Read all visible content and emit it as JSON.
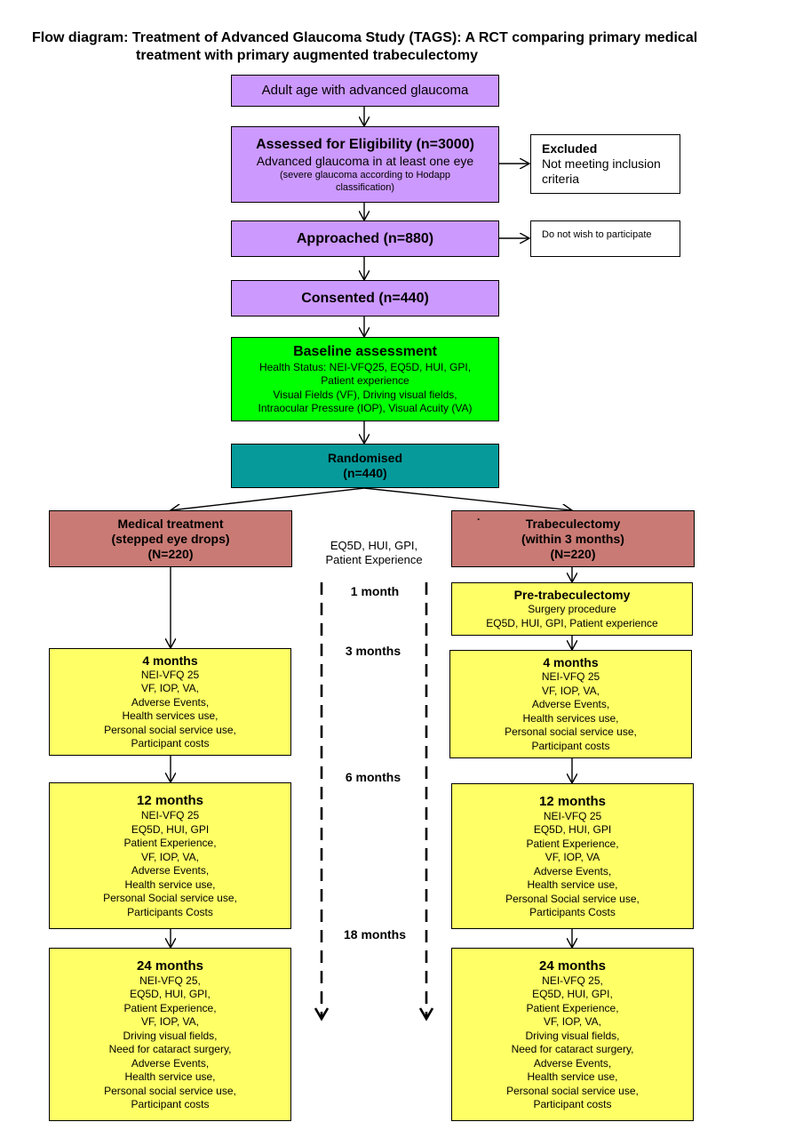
{
  "title": {
    "line1": "Flow diagram: Treatment of Advanced Glaucoma Study (TAGS): A RCT comparing primary medical",
    "line2": "treatment with primary augmented trabeculectomy"
  },
  "adult": "Adult age with advanced glaucoma",
  "eligibility": {
    "heading": "Assessed for Eligibility (n=3000)",
    "line1": "Advanced glaucoma in at least one eye",
    "line2": "(severe glaucoma according to Hodapp",
    "line3": "classification)"
  },
  "excluded": {
    "heading": "Excluded",
    "line1": "Not meeting inclusion",
    "line2": "criteria"
  },
  "approached": "Approached (n=880)",
  "declined": "Do not wish to participate",
  "consented": "Consented (n=440)",
  "baseline": {
    "heading": "Baseline assessment",
    "lines": [
      "Health Status: NEI-VFQ25, EQ5D, HUI, GPI,",
      "Patient experience",
      "Visual Fields (VF), Driving visual fields,",
      "Intraocular Pressure (IOP), Visual Acuity (VA)"
    ]
  },
  "randomised": {
    "line1": "Randomised",
    "line2": "(n=440)"
  },
  "medical": {
    "line1": "Medical treatment",
    "line2": "(stepped eye drops)",
    "line3": "(N=220)"
  },
  "trab": {
    "dot": ".",
    "line1": "Trabeculectomy",
    "line2": "(within 3 months)",
    "line3": "(N=220)"
  },
  "middle": {
    "line1": "EQ5D, HUI, GPI,",
    "line2": "Patient  Experience"
  },
  "timeline": {
    "m1": "1 month",
    "m3": "3 months",
    "m6": "6 months",
    "m18": "18 months"
  },
  "pretrab": {
    "heading": "Pre-trabeculectomy",
    "line1": "Surgery procedure",
    "line2": "EQ5D, HUI, GPI, Patient experience"
  },
  "left4": {
    "heading": "4 months",
    "lines": [
      "NEI-VFQ 25",
      "VF, IOP, VA,",
      "Adverse Events,",
      "Health services use,",
      "Personal social service use,",
      "Participant costs"
    ]
  },
  "right4": {
    "heading": "4 months",
    "lines": [
      "NEI-VFQ 25",
      "VF, IOP, VA,",
      "Adverse Events,",
      "Health services use,",
      "Personal social service use,",
      "Participant costs"
    ]
  },
  "left12": {
    "heading": "12 months",
    "lines": [
      "NEI-VFQ 25",
      "EQ5D, HUI, GPI",
      "Patient Experience,",
      "VF, IOP, VA,",
      "Adverse Events,",
      "Health service use,",
      "Personal Social service use,",
      "Participants Costs"
    ]
  },
  "right12": {
    "heading": "12 months",
    "lines": [
      "NEI-VFQ 25",
      "EQ5D, HUI, GPI",
      "Patient Experience,",
      "VF, IOP, VA",
      "Adverse Events,",
      "Health service use,",
      "Personal Social service use,",
      "Participants Costs"
    ]
  },
  "left24": {
    "heading": "24 months",
    "lines": [
      "NEI-VFQ 25,",
      "EQ5D, HUI, GPI,",
      "Patient Experience,",
      "VF, IOP, VA,",
      "Driving visual fields,",
      "Need for cataract surgery,",
      "Adverse Events,",
      "Health service use,",
      "Personal social service use,",
      "Participant costs"
    ]
  },
  "right24": {
    "heading": "24 months",
    "lines": [
      "NEI-VFQ 25,",
      "EQ5D, HUI, GPI,",
      "Patient Experience,",
      "VF, IOP, VA,",
      "Driving visual fields,",
      "Need for cataract surgery,",
      "Adverse Events,",
      "Health service use,",
      "Personal social service use,",
      "Participant costs"
    ]
  },
  "colors": {
    "purple": "#cc99ff",
    "green": "#00ff00",
    "teal": "#079a9a",
    "rose": "#c97a74",
    "yellow": "#ffff66"
  }
}
